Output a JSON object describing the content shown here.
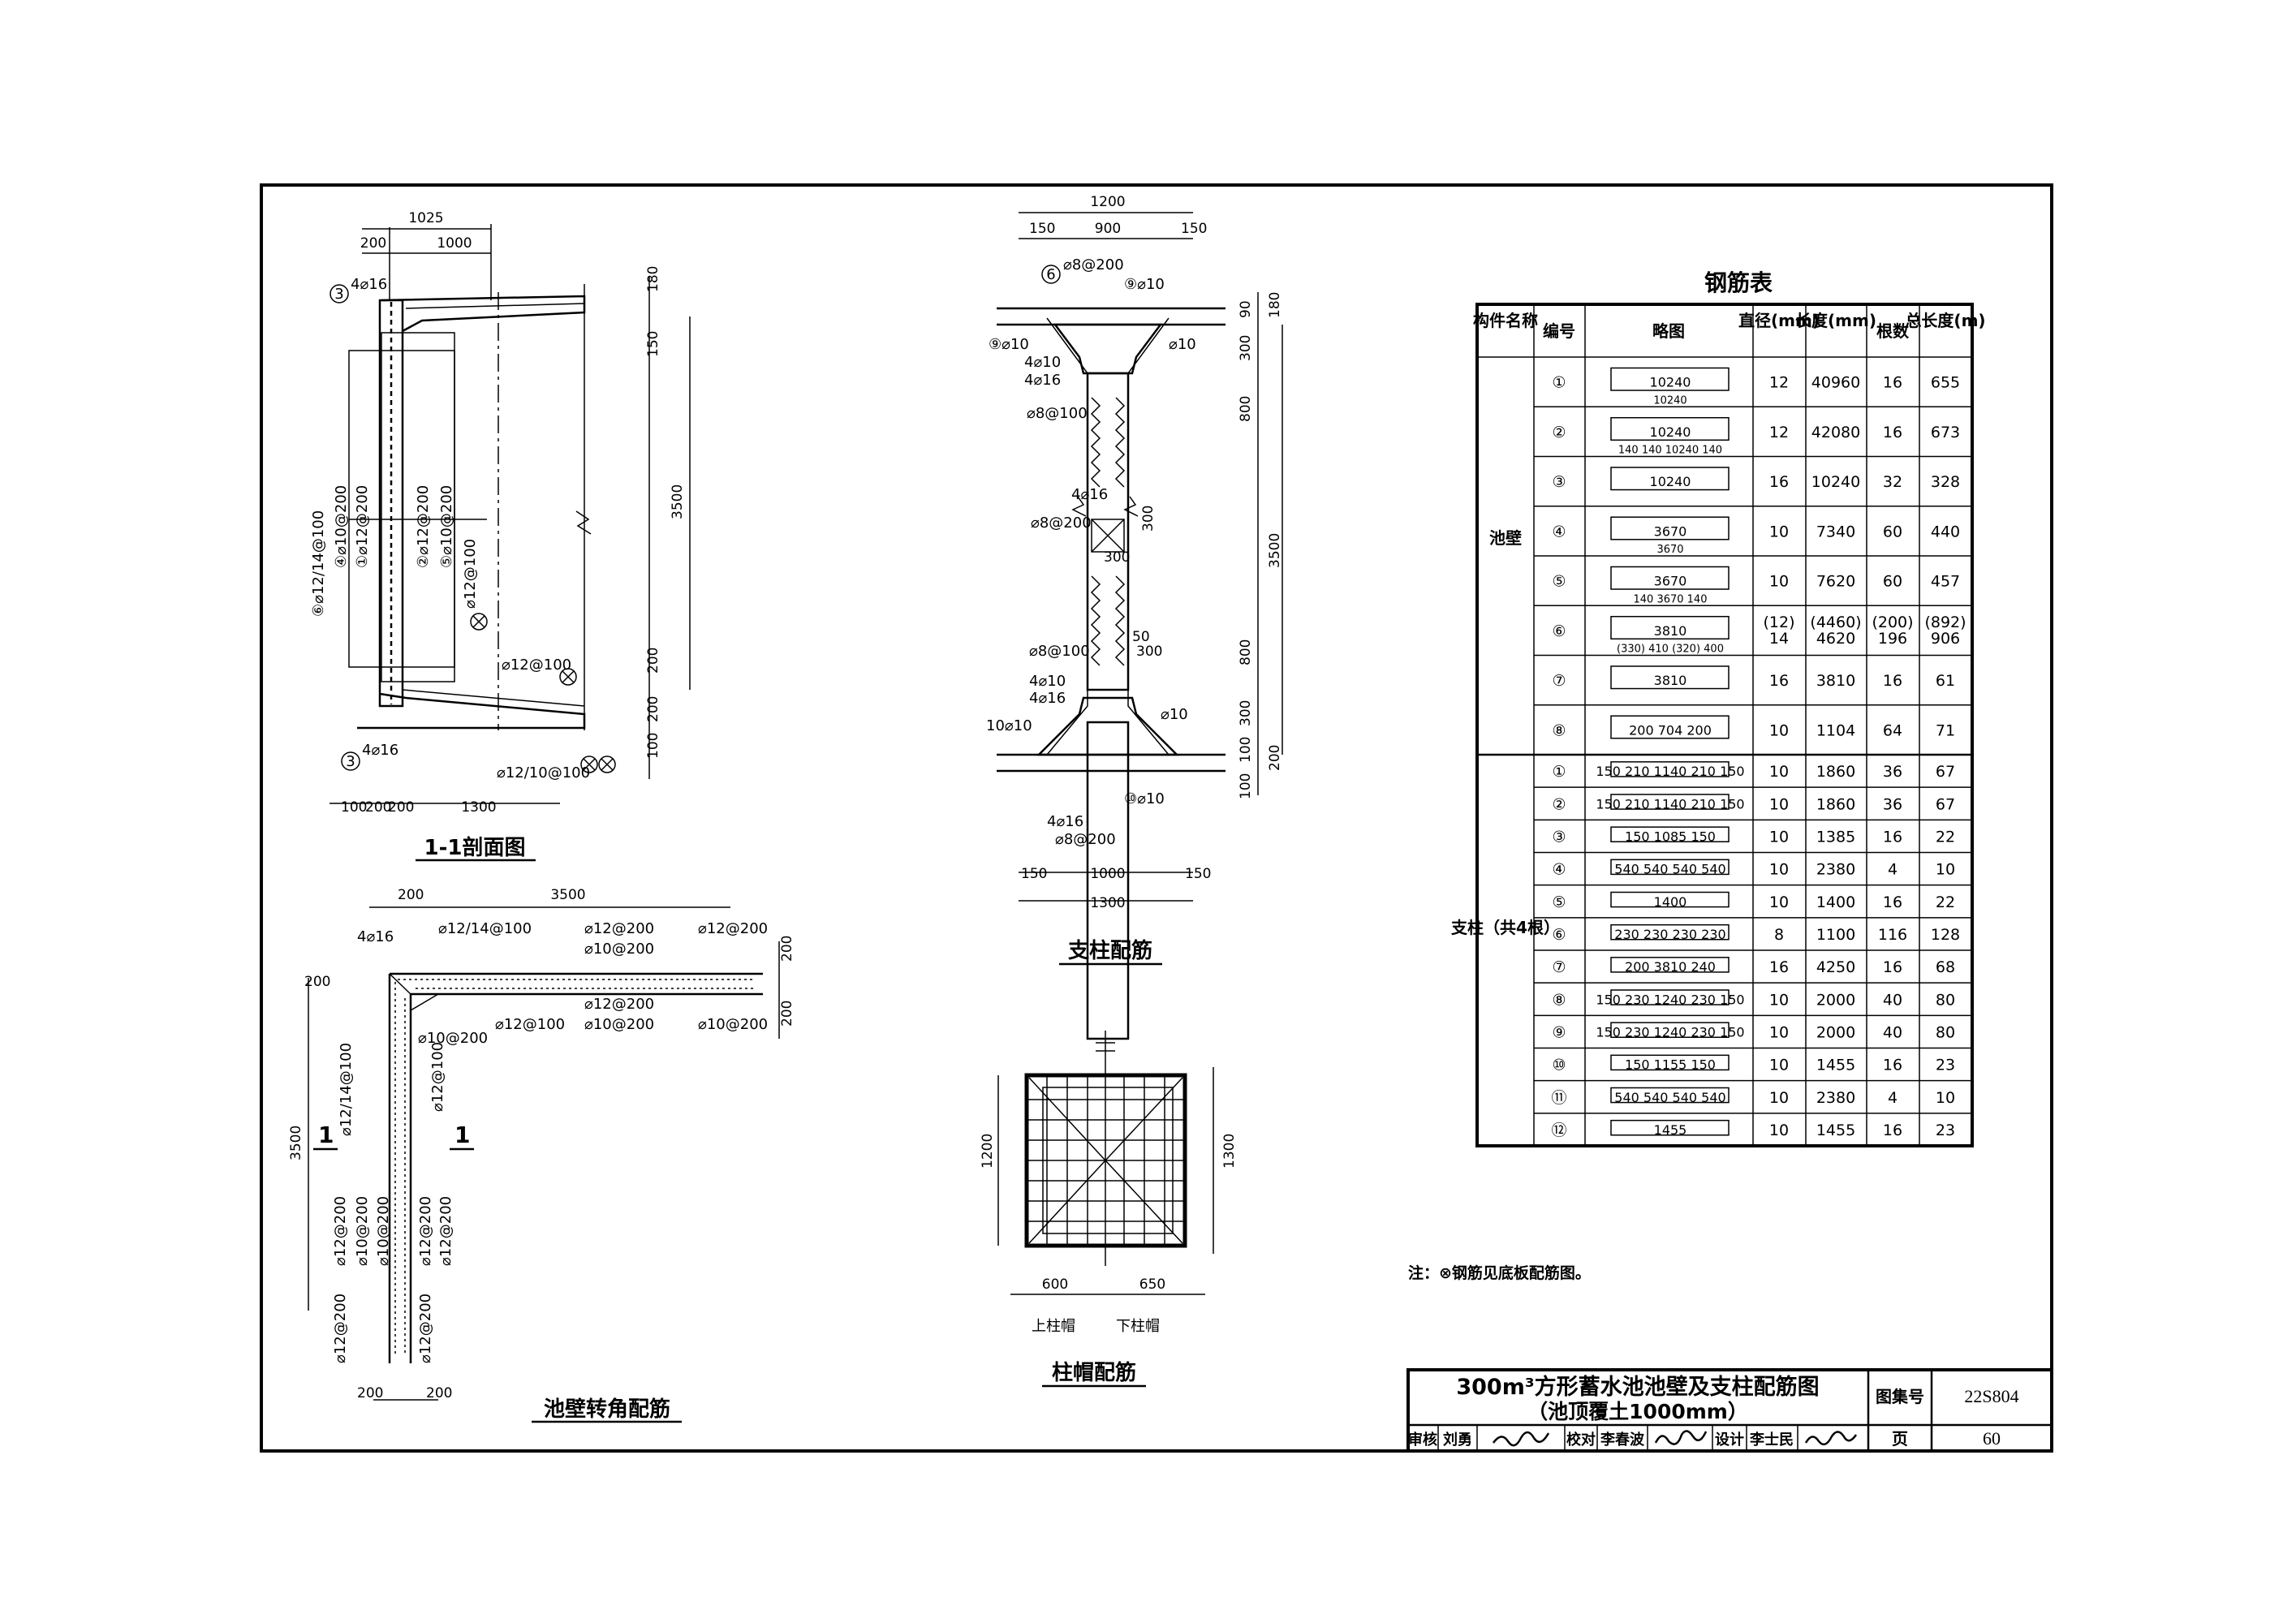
{
  "drawing": {
    "section_title": "1-1剖面图",
    "column_title": "支柱配筋",
    "corner_title": "池壁转角配筋",
    "capital_title": "柱帽配筋",
    "capital_upper": "上柱帽",
    "capital_lower": "下柱帽",
    "note": "注：⊗钢筋见底板配筋图。",
    "section_dims": {
      "d1025": "1025",
      "d200": "200",
      "d1000": "1000",
      "d180": "180",
      "d150": "150",
      "d3500": "3500",
      "d200b": "200",
      "d200c": "200",
      "d100": "100",
      "b100": "100",
      "b200": "200",
      "b200b": "200",
      "b1300": "1300"
    },
    "section_labels": {
      "top": "4⌀16",
      "bot": "4⌀16",
      "v1": "④⌀10@200",
      "v2": "①⌀12@200",
      "v3": "②⌀12@200",
      "v4": "⑤⌀10@200",
      "v5": "⑥⌀12/14@100",
      "v6": "⌀12@100",
      "h1": "⌀12@100",
      "h2": "⌀12/10@100"
    },
    "column_dims": {
      "c1200": "1200",
      "c150": "150",
      "c900": "900",
      "c150b": "150",
      "c180": "180",
      "c90": "90",
      "c300": "300",
      "c800": "800",
      "c3500": "3500",
      "c300b": "300",
      "c800b": "800",
      "c50": "50",
      "c300c": "300",
      "c300d": "300",
      "c100": "100",
      "c200": "200",
      "c100b": "100",
      "c150c": "150",
      "c1000": "1000",
      "c150d": "150",
      "c1300": "1300",
      "c300e": "300"
    },
    "column_labels": {
      "l1": "⌀8@200",
      "l2": "⑨⌀10",
      "l3": "⑨⌀10",
      "l4": "⌀10",
      "l5": "4⌀10",
      "l6": "4⌀16",
      "l7": "⌀8@100",
      "l8": "4⌀16",
      "l9": "⌀8@200",
      "l10": "⌀8@100",
      "l11": "4⌀10",
      "l12": "4⌀16",
      "l13": "10⌀10",
      "l14": "⌀10",
      "l15": "⑩⌀10",
      "l16": "4⌀16",
      "l17": "⌀8@200"
    },
    "corner_dims": {
      "k200": "200",
      "k3500": "3500",
      "k200b": "200",
      "k200c": "200",
      "k3500b": "3500",
      "k200d": "200",
      "k200e": "200",
      "k200f": "200"
    },
    "corner_labels": {
      "a1": "4⌀16",
      "a2": "⌀12/14@100",
      "a3": "⌀12@200",
      "a4": "⌀12@200",
      "a5": "⌀10@200",
      "a6": "⌀12@200",
      "a7": "⌀10@200",
      "a8": "⌀10@200",
      "a9": "⌀12@100",
      "a10": "⌀12/14@100",
      "a11": "⌀10@200",
      "a12": "⌀12@100",
      "a13": "⌀12@200",
      "a14": "⌀10@200",
      "a15": "⌀12@200",
      "a16": "⌀12@200",
      "a17": "⌀10@200",
      "a18": "⌀12@200",
      "a19": "⌀12@200",
      "a20": "1",
      "a21": "1"
    },
    "capital_dims": {
      "p1200": "1200",
      "p1300": "1300",
      "p600": "600",
      "p650": "650"
    }
  },
  "rebar_table": {
    "title": "钢筋表",
    "headers": {
      "member": "构件名称",
      "no": "编号",
      "sketch": "略图",
      "dia": "直径(mm)",
      "len": "长度(mm)",
      "count": "根数",
      "total": "总长度(m)"
    },
    "group_wall": "池壁",
    "group_column": "支柱（共4根）",
    "wall_rows": [
      {
        "no": "①",
        "sketch": "10240",
        "sk2": "10240",
        "dia": "12",
        "len": "40960",
        "count": "16",
        "total": "655"
      },
      {
        "no": "②",
        "sketch": "10240",
        "sk2": "140 140 10240 140",
        "dia": "12",
        "len": "42080",
        "count": "16",
        "total": "673"
      },
      {
        "no": "③",
        "sketch": "10240",
        "sk2": "",
        "dia": "16",
        "len": "10240",
        "count": "32",
        "total": "328"
      },
      {
        "no": "④",
        "sketch": "3670",
        "sk2": "3670",
        "dia": "10",
        "len": "7340",
        "count": "60",
        "total": "440"
      },
      {
        "no": "⑤",
        "sketch": "3670",
        "sk2": "140 3670 140",
        "dia": "10",
        "len": "7620",
        "count": "60",
        "total": "457"
      },
      {
        "no": "⑥",
        "sketch": "3810",
        "sk2": "(330) 410 (320) 400",
        "dia": "(12) 14",
        "len": "(4460) 4620",
        "count": "(200) 196",
        "total": "(892) 906"
      },
      {
        "no": "⑦",
        "sketch": "3810",
        "sk2": "",
        "dia": "16",
        "len": "3810",
        "count": "16",
        "total": "61"
      },
      {
        "no": "⑧",
        "sketch": "200 704 200",
        "sk2": "",
        "dia": "10",
        "len": "1104",
        "count": "64",
        "total": "71"
      }
    ],
    "column_rows": [
      {
        "no": "①",
        "sketch": "150 210 1140 210 150",
        "dia": "10",
        "len": "1860",
        "count": "36",
        "total": "67"
      },
      {
        "no": "②",
        "sketch": "150 210 1140 210 150",
        "dia": "10",
        "len": "1860",
        "count": "36",
        "total": "67"
      },
      {
        "no": "③",
        "sketch": "150 1085 150",
        "dia": "10",
        "len": "1385",
        "count": "16",
        "total": "22"
      },
      {
        "no": "④",
        "sketch": "540 540 540 540",
        "dia": "10",
        "len": "2380",
        "count": "4",
        "total": "10"
      },
      {
        "no": "⑤",
        "sketch": "1400",
        "dia": "10",
        "len": "1400",
        "count": "16",
        "total": "22"
      },
      {
        "no": "⑥",
        "sketch": "230 230 230 230",
        "dia": "8",
        "len": "1100",
        "count": "116",
        "total": "128"
      },
      {
        "no": "⑦",
        "sketch": "200 3810 240",
        "dia": "16",
        "len": "4250",
        "count": "16",
        "total": "68"
      },
      {
        "no": "⑧",
        "sketch": "150 230 1240 230 150",
        "dia": "10",
        "len": "2000",
        "count": "40",
        "total": "80"
      },
      {
        "no": "⑨",
        "sketch": "150 230 1240 230 150",
        "dia": "10",
        "len": "2000",
        "count": "40",
        "total": "80"
      },
      {
        "no": "⑩",
        "sketch": "150 1155 150",
        "dia": "10",
        "len": "1455",
        "count": "16",
        "total": "23"
      },
      {
        "no": "⑪",
        "sketch": "540 540 540 540",
        "dia": "10",
        "len": "2380",
        "count": "4",
        "total": "10"
      },
      {
        "no": "⑫",
        "sketch": "1455",
        "dia": "10",
        "len": "1455",
        "count": "16",
        "total": "23"
      }
    ]
  },
  "title_block": {
    "title_line1": "300m³方形蓄水池池壁及支柱配筋图",
    "title_line2": "（池顶覆土1000mm）",
    "atlas_label": "图集号",
    "atlas_no": "22S804",
    "page_label": "页",
    "page_no": "60",
    "review_label": "审核",
    "reviewer": "刘勇",
    "check_label": "校对",
    "checker": "李春波",
    "design_label": "设计",
    "designer": "李士民"
  }
}
